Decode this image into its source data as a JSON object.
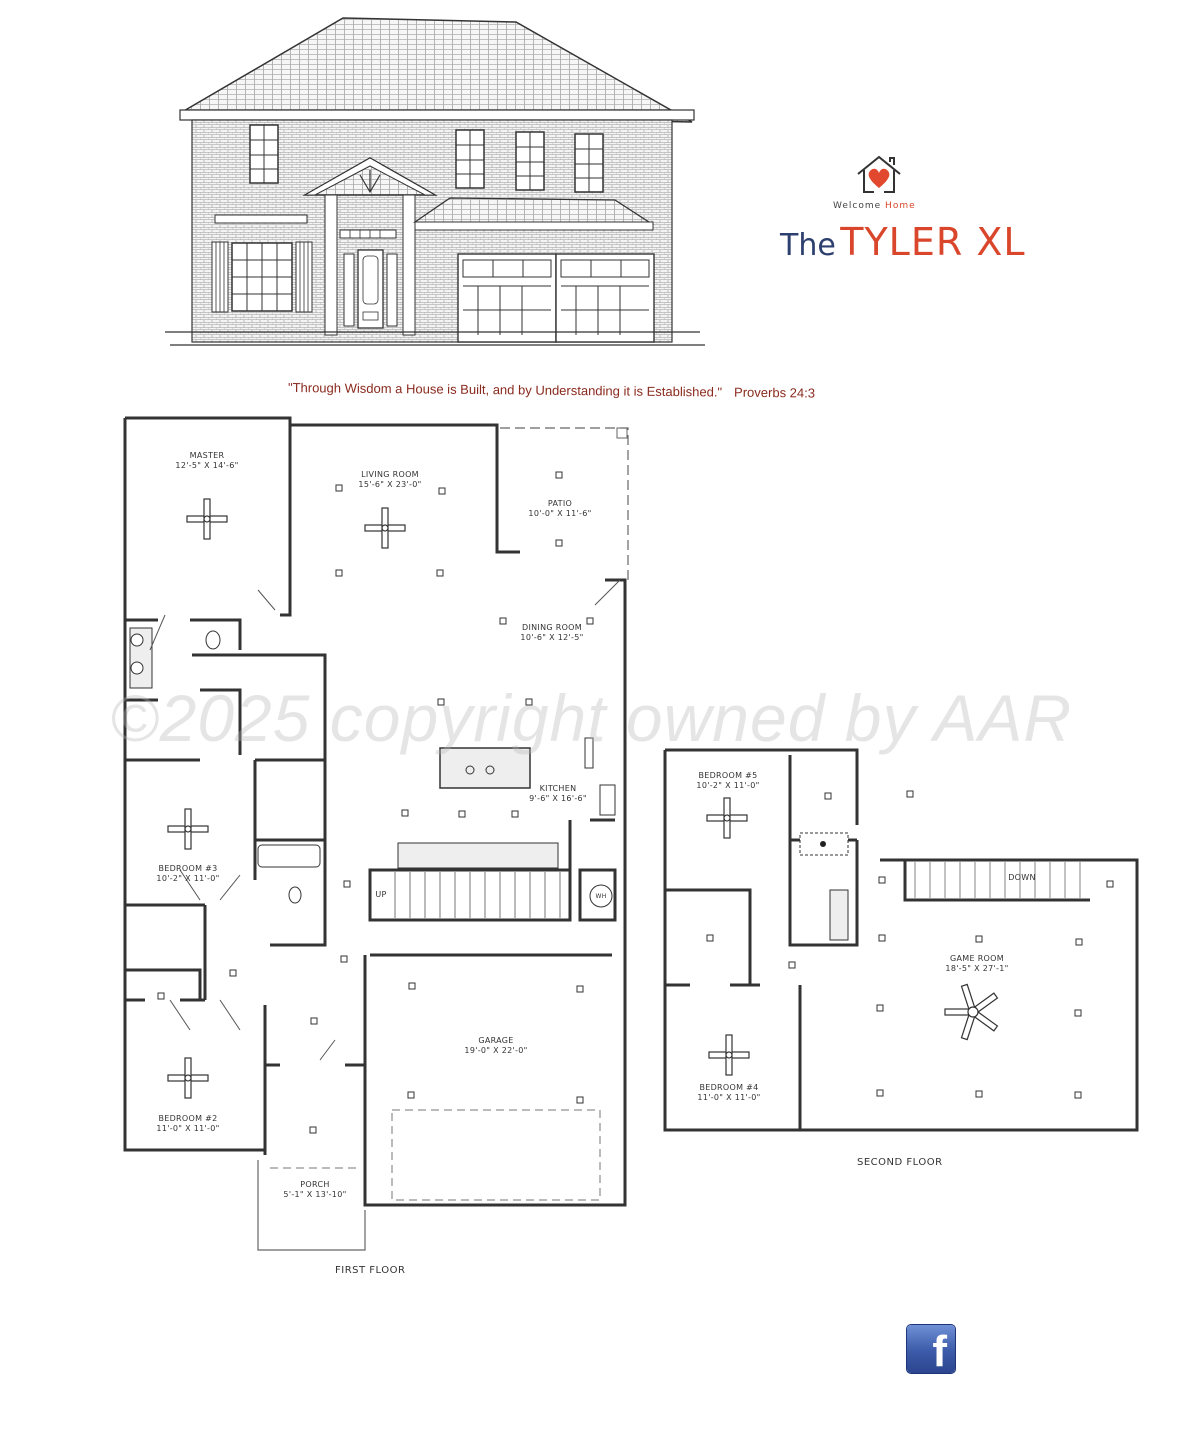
{
  "branding": {
    "logo_icon": "house-heart-icon",
    "tagline_part1": "Welcome",
    "tagline_part2": "Home",
    "title_prefix": "The",
    "title_name": "TYLER XL",
    "colors": {
      "accent": "#d9462b",
      "navy": "#2d3f6e",
      "quote": "#8a2a1e"
    }
  },
  "elevation": {
    "icon": "house-front-elevation-drawing"
  },
  "quote": {
    "text": "\"Through Wisdom a House is Built, and by Understanding it is Established.\"",
    "reference": "Proverbs 24:3"
  },
  "watermark": "©2025 copyright owned by AAR",
  "first_floor": {
    "title": "FIRST FLOOR",
    "rooms": [
      {
        "name": "MASTER",
        "size": "12'-5\" X 14'-6\""
      },
      {
        "name": "LIVING ROOM",
        "size": "15'-6\" X 23'-0\""
      },
      {
        "name": "PATIO",
        "size": "10'-0\" X 11'-6\""
      },
      {
        "name": "DINING ROOM",
        "size": "10'-6\" X 12'-5\""
      },
      {
        "name": "KITCHEN",
        "size": "9'-6\" X 16'-6\""
      },
      {
        "name": "BEDROOM #3",
        "size": "10'-2\" X 11'-0\""
      },
      {
        "name": "BEDROOM #2",
        "size": "11'-0\" X 11'-0\""
      },
      {
        "name": "GARAGE",
        "size": "19'-0\" X 22'-0\""
      },
      {
        "name": "PORCH",
        "size": "5'-1\" X 13'-10\""
      }
    ],
    "labels": {
      "stairs": "UP",
      "water_heater": "WH"
    }
  },
  "second_floor": {
    "title": "SECOND FLOOR",
    "rooms": [
      {
        "name": "BEDROOM #5",
        "size": "10'-2\" X 11'-0\""
      },
      {
        "name": "GAME ROOM",
        "size": "18'-5\" X 27'-1\""
      },
      {
        "name": "BEDROOM #4",
        "size": "11'-0\" X 11'-0\""
      }
    ],
    "labels": {
      "stairs": "DOWN"
    }
  },
  "social": {
    "icon": "facebook-icon",
    "glyph": "f"
  }
}
